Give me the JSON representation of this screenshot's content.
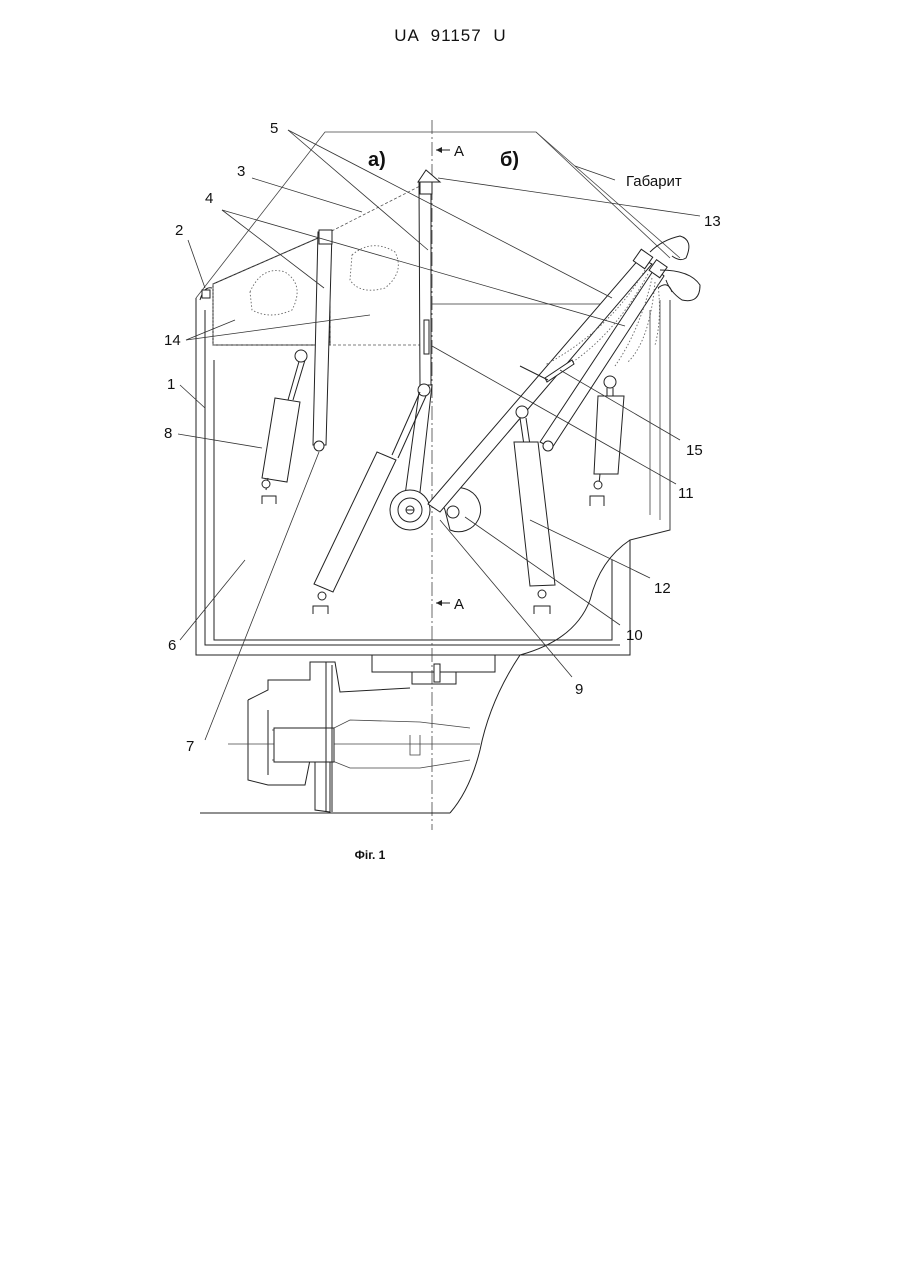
{
  "header": {
    "doc_number": "UA   91157   U"
  },
  "figure": {
    "caption": "Фіг. 1",
    "views": {
      "a": "а)",
      "b": "б)"
    },
    "section_top": "А",
    "section_bottom": "А",
    "gabarit": "Габарит",
    "callouts": {
      "n1": "1",
      "n2": "2",
      "n3": "3",
      "n4": "4",
      "n5": "5",
      "n6": "6",
      "n7": "7",
      "n8": "8",
      "n9": "9",
      "n10": "10",
      "n11": "11",
      "n12": "12",
      "n13": "13",
      "n14": "14",
      "n15": "15"
    }
  }
}
